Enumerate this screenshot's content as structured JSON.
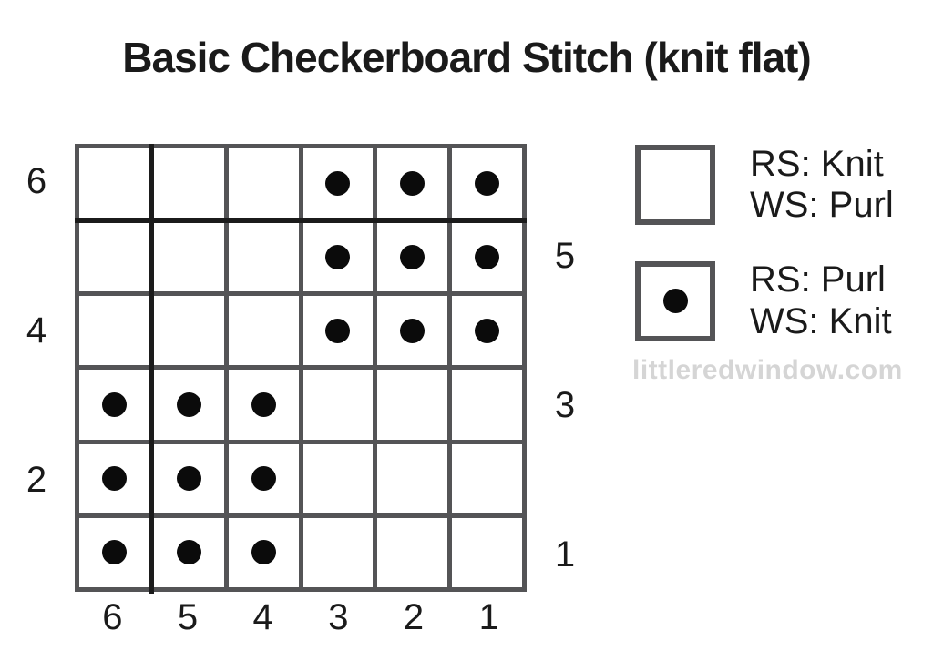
{
  "title": "Basic Checkerboard Stitch (knit flat)",
  "grid": {
    "rows": 6,
    "cols": 6,
    "pattern": [
      [
        0,
        0,
        0,
        1,
        1,
        1
      ],
      [
        0,
        0,
        0,
        1,
        1,
        1
      ],
      [
        0,
        0,
        0,
        1,
        1,
        1
      ],
      [
        1,
        1,
        1,
        0,
        0,
        0
      ],
      [
        1,
        1,
        1,
        0,
        0,
        0
      ],
      [
        1,
        1,
        1,
        0,
        0,
        0
      ]
    ],
    "left_labels": [
      "6",
      "",
      "4",
      "",
      "2",
      ""
    ],
    "right_labels": [
      "",
      "5",
      "",
      "3",
      "",
      "1"
    ],
    "bottom_labels": [
      "6",
      "5",
      "4",
      "3",
      "2",
      "1"
    ]
  },
  "legend": {
    "items": [
      {
        "symbol": "empty-square",
        "lines": [
          "RS: Knit",
          "WS: Purl"
        ]
      },
      {
        "symbol": "dot-square",
        "lines": [
          "RS: Purl",
          "WS: Knit"
        ]
      }
    ]
  },
  "watermark": "littleredwindow.com",
  "colors": {
    "grid_line": "#545456",
    "repeat_line": "#1b1b1b",
    "dot": "#0b0b0b",
    "text": "#1a1a1a",
    "watermark": "#d5d5d5",
    "background": "#ffffff"
  }
}
